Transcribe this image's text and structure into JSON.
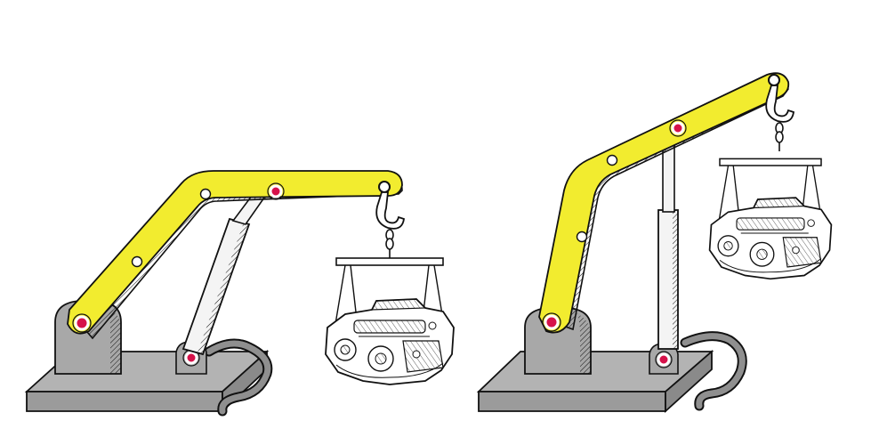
{
  "colors": {
    "background": "#ffffff",
    "boom": "#f2ec2f",
    "boom_shade": "#b9b000",
    "base": "#9b9b9b",
    "base_top": "#b3b3b3",
    "base_side": "#8a8a8a",
    "pedestal": "#a8a8a8",
    "cylinder": "#f4f4f4",
    "pivot_red": "#d6124a",
    "pivot_ring": "#ffffff",
    "hole": "#ffffff",
    "hose": "#8f8f8f",
    "outline": "#111111",
    "engine": "#ffffff"
  },
  "panels": [
    {
      "id": "lowered",
      "state": "boom lowered, engine near ground"
    },
    {
      "id": "raised",
      "state": "boom raised, engine lifted"
    }
  ],
  "icons": [
    "hydraulic-crane-icon",
    "engine-block-icon",
    "lifting-hook-icon",
    "hydraulic-cylinder-icon"
  ]
}
